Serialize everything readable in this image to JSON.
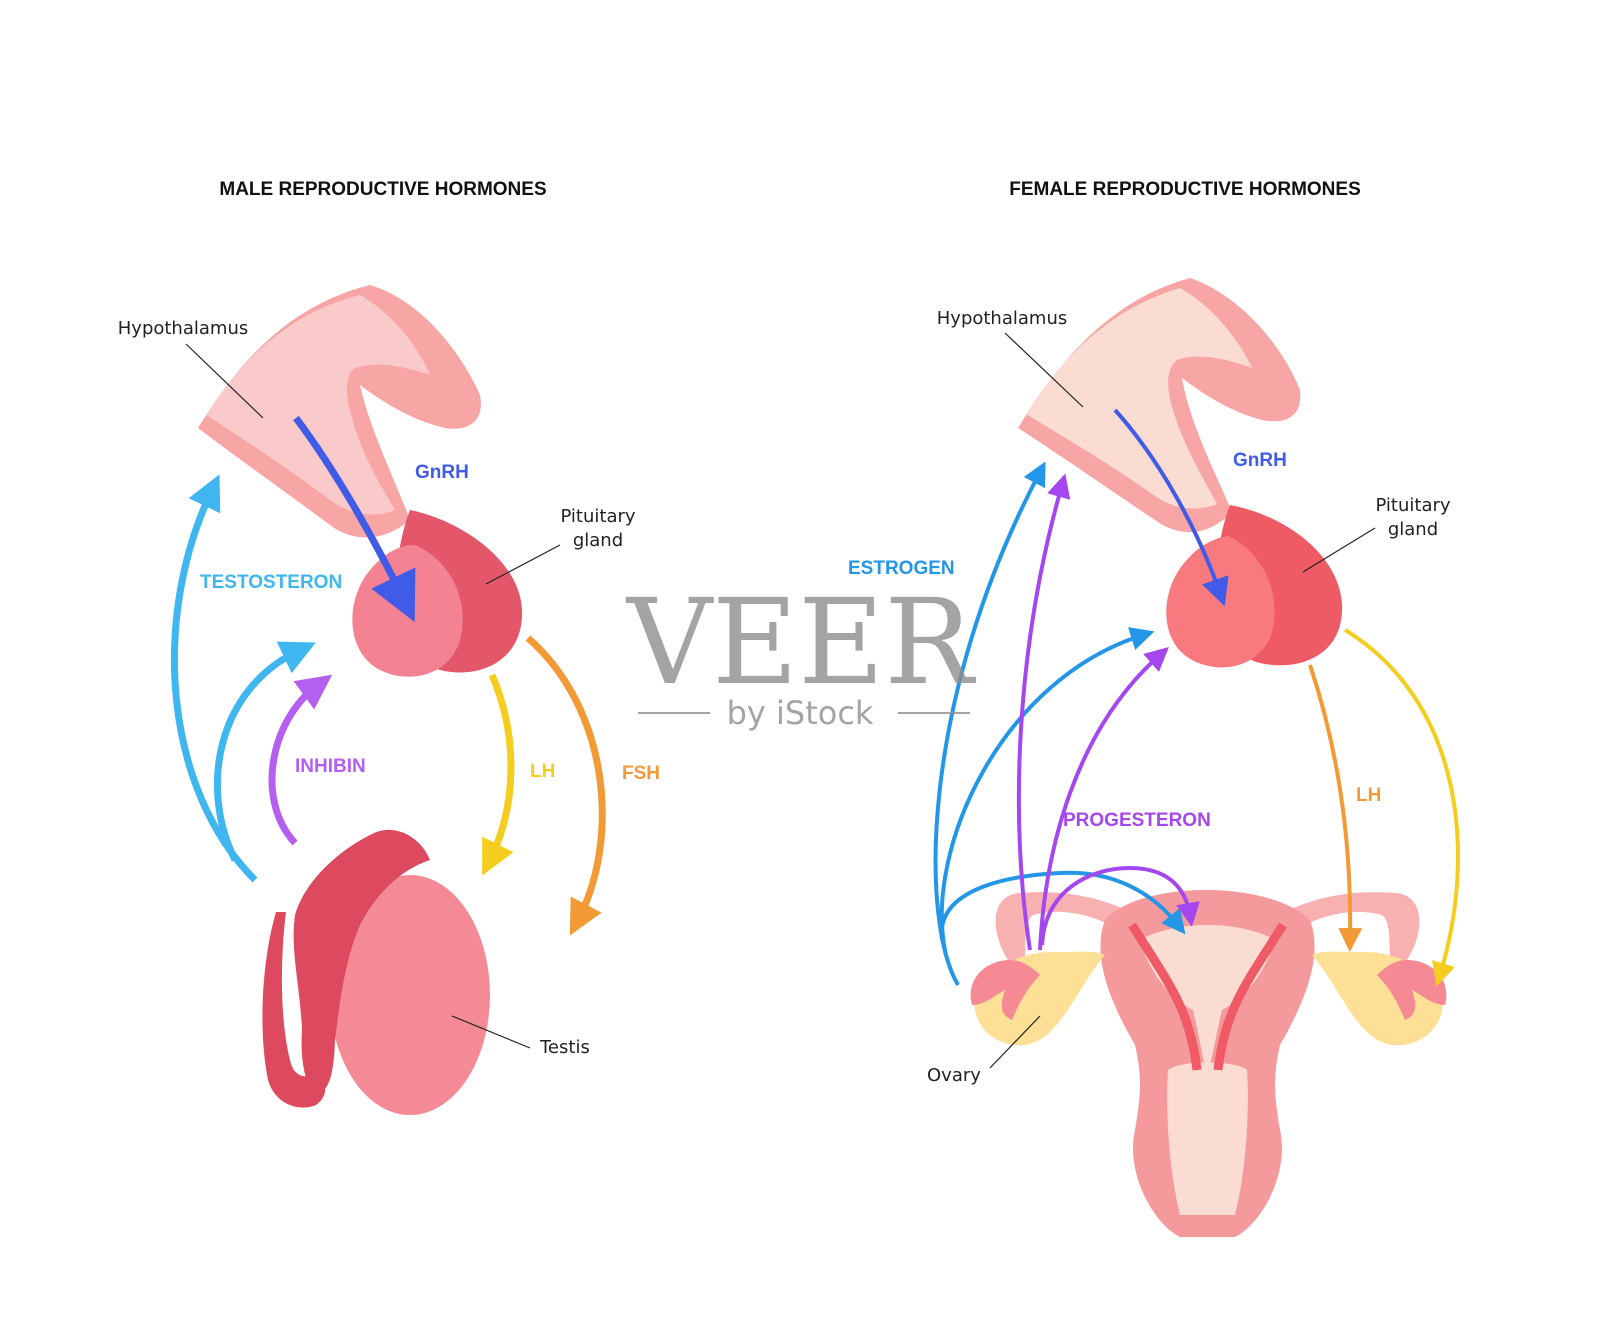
{
  "colors": {
    "gnrh": "#3f5be8",
    "testosteron": "#3fb6f0",
    "inhibin": "#b45ff0",
    "lh": "#f5cd1e",
    "fsh": "#f29a35",
    "estrogen": "#2496e8",
    "progesteron": "#a447ef"
  },
  "male": {
    "title": "MALE REPRODUCTIVE HORMONES",
    "labels": {
      "hypothalamus": "Hypothalamus",
      "pituitary_1": "Pituitary",
      "pituitary_2": "gland",
      "testis": "Testis"
    },
    "hormones": {
      "gnrh": "GnRH",
      "testosteron": "TESTOSTERON",
      "inhibin": "INHIBIN",
      "lh": "LH",
      "fsh": "FSH"
    }
  },
  "female": {
    "title": "FEMALE REPRODUCTIVE HORMONES",
    "labels": {
      "hypothalamus": "Hypothalamus",
      "pituitary_1": "Pituitary",
      "pituitary_2": "gland",
      "ovary": "Ovary"
    },
    "hormones": {
      "gnrh": "GnRH",
      "estrogen": "ESTROGEN",
      "progesteron": "PROGESTERON",
      "lh": "LH"
    }
  },
  "watermark": {
    "brand": "VEER",
    "sub": "by iStock"
  }
}
